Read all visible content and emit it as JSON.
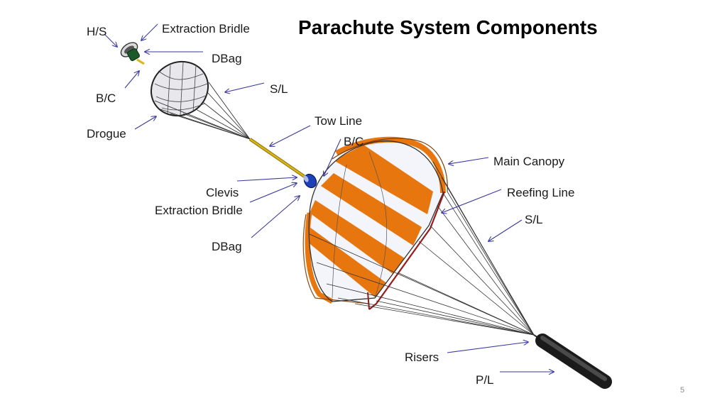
{
  "slide": {
    "title": "Parachute System Components",
    "page_number": "5"
  },
  "labels": {
    "hs": "H/S",
    "extraction_bridle_top": "Extraction Bridle",
    "dbag_top": "DBag",
    "bc_top": "B/C",
    "sl_drogue": "S/L",
    "drogue": "Drogue",
    "tow_line": "Tow Line",
    "bc_main": "B/C",
    "main_canopy": "Main Canopy",
    "reefing_line": "Reefing Line",
    "sl_main": "S/L",
    "clevis": "Clevis",
    "extraction_bridle_mid": "Extraction Bridle",
    "dbag_mid": "DBag",
    "risers": "Risers",
    "pl": "P/L"
  },
  "colors": {
    "canopy_orange": "#e8760f",
    "canopy_white": "#f4f4fb",
    "reefing_red": "#9c1a1a",
    "arrow_blue": "#3a3aa0",
    "tow_line_yellow": "#d9b414",
    "payload_dark": "#2b2b2b",
    "bag_blue": "#1d3fb8",
    "dbag_green": "#1c5a2a"
  }
}
